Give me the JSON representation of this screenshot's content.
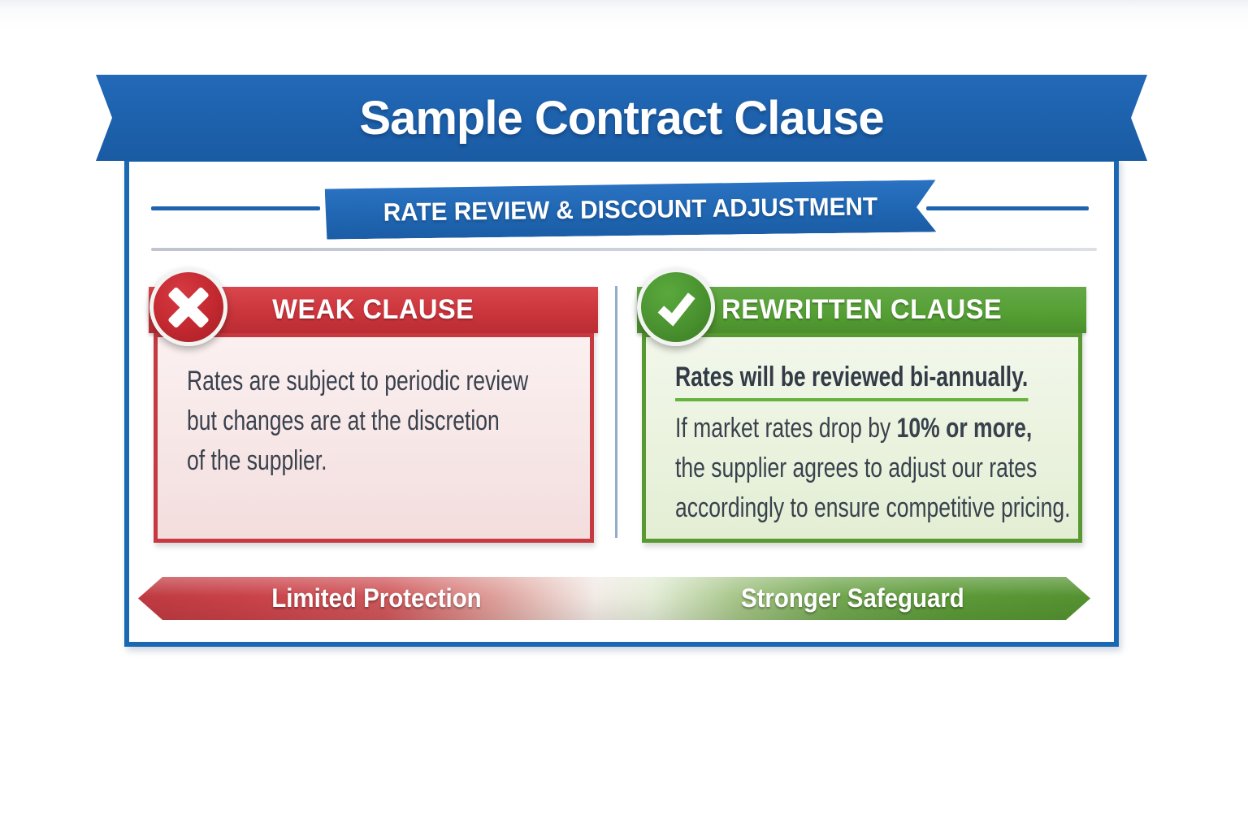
{
  "header": {
    "title": "Sample Contract Clause"
  },
  "section_banner": {
    "label": "RATE REVIEW & DISCOUNT ADJUSTMENT"
  },
  "weak_clause": {
    "badge_icon": "x-mark-icon",
    "title": "WEAK CLAUSE",
    "body_lines": [
      {
        "segments": [
          {
            "text": "Rates are subject to periodic review",
            "bold": false
          }
        ]
      },
      {
        "segments": [
          {
            "text": "but changes are at the discretion",
            "bold": false
          }
        ]
      },
      {
        "segments": [
          {
            "text": "of the supplier.",
            "bold": false
          }
        ]
      }
    ]
  },
  "rewritten_clause": {
    "badge_icon": "check-mark-icon",
    "title": "REWRITTEN CLAUSE",
    "lead": "Rates will be reviewed bi-annually.",
    "body_lines": [
      {
        "segments": [
          {
            "text": "If market rates drop by ",
            "bold": false
          },
          {
            "text": "10% or more,",
            "bold": true
          }
        ]
      },
      {
        "segments": [
          {
            "text": "the supplier agrees to adjust our rates",
            "bold": false
          }
        ]
      },
      {
        "segments": [
          {
            "text": "accordingly to ensure competitive pricing.",
            "bold": false
          }
        ]
      }
    ]
  },
  "scale": {
    "left_label": "Limited Protection",
    "right_label": "Stronger Safeguard"
  },
  "colors": {
    "banner_blue": "#1d63ae",
    "card_border_blue": "#1a68b2",
    "weak_red": "#cb353c",
    "weak_body_bg": "#f8e8e8",
    "weak_border": "#c63940",
    "strong_green": "#55a035",
    "strong_body_bg": "#ebf3df",
    "strong_border": "#589a31",
    "underline_green": "#67b33e",
    "text_dark": "#39414d",
    "scale_gradient_left": "#c04047",
    "scale_gradient_right": "#569233"
  }
}
